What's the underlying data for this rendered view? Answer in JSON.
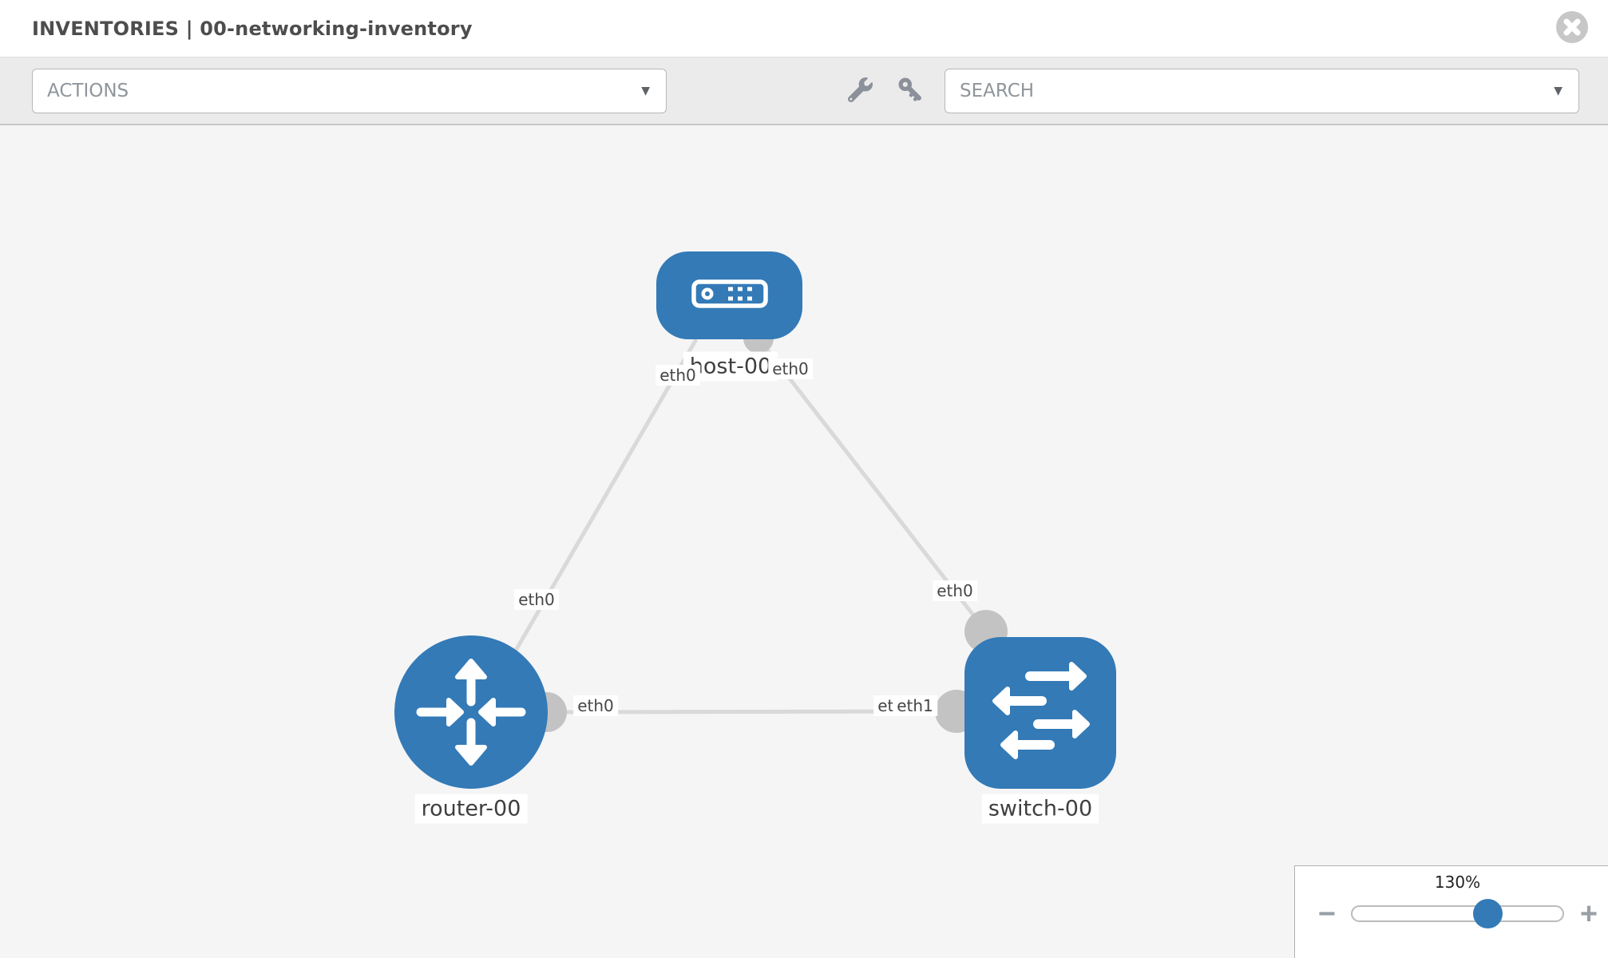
{
  "header": {
    "title": "INVENTORIES | 00-networking-inventory"
  },
  "toolbar": {
    "actions_label": "ACTIONS",
    "search_placeholder": "SEARCH",
    "caret_icon": "▼",
    "wrench_icon": "wrench",
    "key_icon": "key"
  },
  "topology": {
    "nodes": [
      {
        "id": "host-00",
        "type": "host",
        "label": "host-00"
      },
      {
        "id": "router-00",
        "type": "router",
        "label": "router-00"
      },
      {
        "id": "switch-00",
        "type": "switch",
        "label": "switch-00"
      }
    ],
    "links": [
      {
        "source": "host-00",
        "target": "router-00",
        "source_interface": "eth0",
        "target_interface": "eth0"
      },
      {
        "source": "host-00",
        "target": "switch-00",
        "source_interface": "eth0",
        "target_interface": "eth0"
      },
      {
        "source": "router-00",
        "target": "switch-00",
        "source_interface": "eth0",
        "target_interface": "eth1"
      }
    ],
    "interface_labels": {
      "host_to_router_at_host": "eth0",
      "host_to_router_at_router": "eth0",
      "host_to_switch_at_host": "eth0",
      "host_to_switch_at_switch": "eth0",
      "router_to_switch_at_router": "eth0",
      "router_to_switch_at_switch": "eth1",
      "router_to_switch_at_switch_overlap": "eth1"
    }
  },
  "zoom_control": {
    "percent": "130%",
    "minus": "−",
    "plus": "+",
    "slider_percent": 64
  },
  "colors": {
    "node_blue": "#337ab7",
    "link_gray": "#d9d9d9",
    "connector_gray": "#c3c3c3",
    "toolbar_bg": "#ebebeb",
    "icon_gray": "#8b909a"
  }
}
